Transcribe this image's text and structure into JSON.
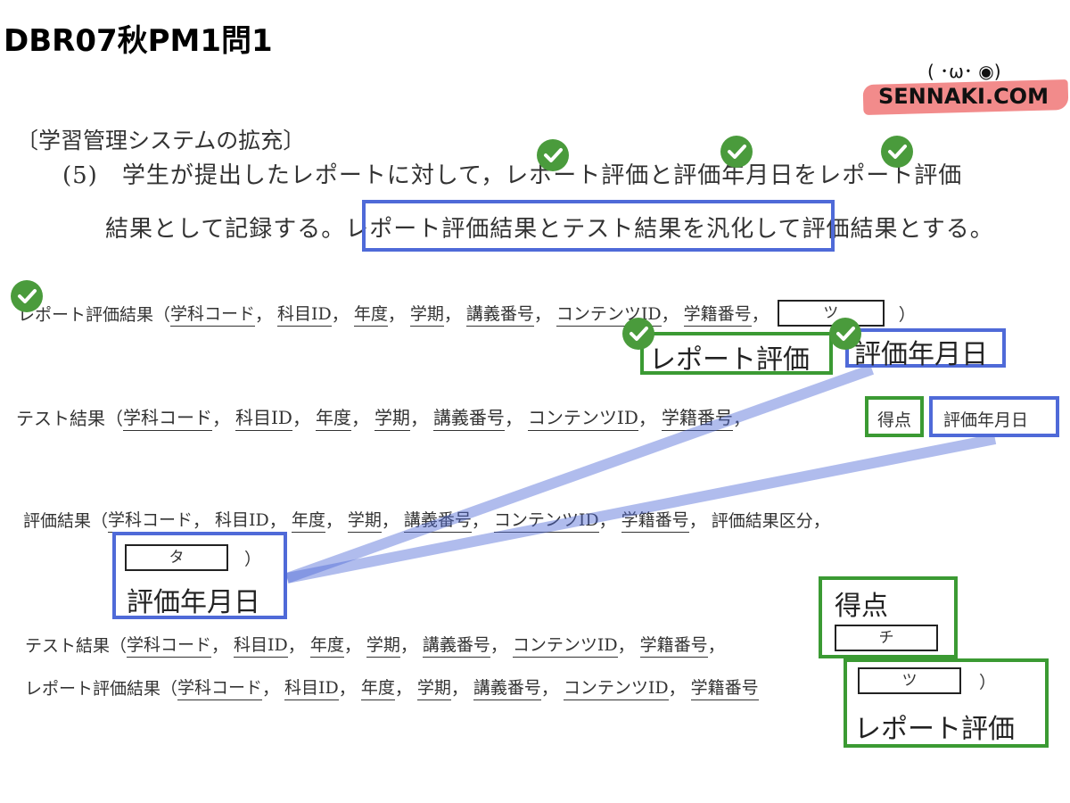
{
  "title": "DBR07秋PM1問1",
  "logo": {
    "face": "( ･ω･ ◉)",
    "text": "SENNAKI.COM"
  },
  "heading": "〔学習管理システムの拡充〕",
  "para": {
    "line1": "(5)　学生が提出したレポートに対して，レポート評価と評価年月日をレポート評価",
    "line2_pre": "結果として記録する。",
    "line2_highlight": "レポート評価結果とテスト結果を汎化し",
    "line2_post": "て評価結果とする。"
  },
  "rel1": {
    "name": "レポート評価結果（",
    "attrs": [
      "学科コード",
      "科目ID",
      "年度",
      "学期",
      "講義番号",
      "コンテンツID",
      "学籍番号"
    ],
    "box": "ツ",
    "close": "）"
  },
  "ann1": {
    "green": "レポート評価",
    "blue": "評価年月日"
  },
  "rel2": {
    "name": "テスト結果（",
    "attrs": [
      "学科コード",
      "科目ID",
      "年度",
      "学期",
      "講義番号",
      "コンテンツID",
      "学籍番号"
    ],
    "extra1": "得点",
    "extra2": "評価年月日",
    "close": "）"
  },
  "rel3": {
    "name": "評価結果（",
    "attrs": [
      "学科コード",
      "科目ID",
      "年度",
      "学期",
      "講義番号",
      "コンテンツID",
      "学籍番号"
    ],
    "tail": "評価結果区分，",
    "box": "タ",
    "close": "）",
    "annotation": "評価年月日"
  },
  "rel4": {
    "name": "テスト結果（",
    "attrs": [
      "学科コード",
      "科目ID",
      "年度",
      "学期",
      "講義番号",
      "コンテンツID",
      "学籍番号"
    ],
    "box": "チ",
    "annotation": "得点"
  },
  "rel5": {
    "name": "レポート評価結果（",
    "attrs": [
      "学科コード",
      "科目ID",
      "年度",
      "学期",
      "講義番号",
      "コンテンツID",
      "学籍番号"
    ],
    "box": "ツ",
    "close": "）",
    "annotation": "レポート評価"
  },
  "colors": {
    "blue": "#4f6ad8",
    "green": "#3b9a33",
    "check": "#4a9b3c",
    "logo_band": "#f28b8b"
  },
  "icons": [
    "check-icon"
  ]
}
